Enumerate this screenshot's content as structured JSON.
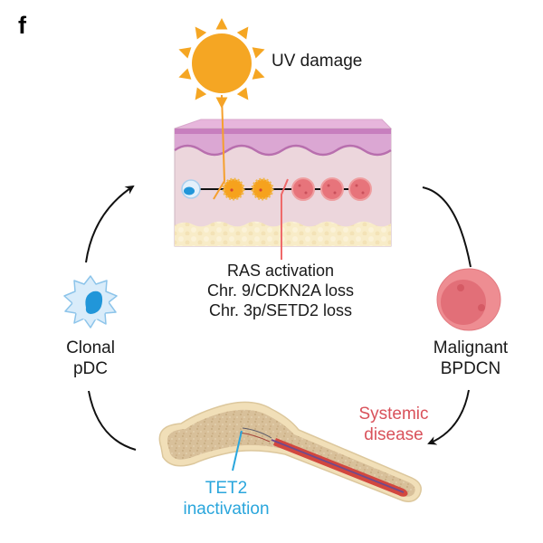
{
  "figure": {
    "panel_label": "f",
    "colors": {
      "sun": "#f5a623",
      "uv_line": "#f5a02e",
      "mutation_line": "#ef6a6a",
      "systemic_text": "#d9525b",
      "tet2_text": "#2aa6dc",
      "arrow": "#111111",
      "pdc_cell_fill": "#d9ecfa",
      "pdc_nucleus": "#2196d9",
      "orange_cell": "#f6a21d",
      "malignant_cell": "#e7747b",
      "skin_epidermis": "#cf8fc7",
      "skin_dermis": "#ecd6dc",
      "skin_fat": "#f8ecc8",
      "bone": "#d9c29a",
      "marrow": "#d2473e"
    }
  },
  "labels": {
    "uv_damage": "UV damage",
    "skin_events": [
      "RAS activation",
      "Chr. 9/CDKN2A loss",
      "Chr. 3p/SETD2 loss"
    ],
    "clonal_pdc": [
      "Clonal",
      "pDC"
    ],
    "malignant_bpdcn": [
      "Malignant",
      "BPDCN"
    ],
    "systemic_disease": [
      "Systemic",
      "disease"
    ],
    "tet2_inactivation": [
      "TET2",
      "inactivation"
    ]
  },
  "cycle": {
    "stages": [
      "Clonal pDC",
      "UV damage in skin",
      "Malignant BPDCN",
      "Systemic disease",
      "TET2 inactivation in bone marrow"
    ],
    "arrows": [
      "clonal-pdc-to-skin",
      "skin-to-malignant-bpdcn",
      "malignant-to-bone-marrow",
      "bone-marrow-to-clonal-pdc"
    ]
  },
  "skin_cell_progression": [
    "pdc",
    "orange",
    "orange",
    "malignant",
    "malignant",
    "malignant"
  ]
}
